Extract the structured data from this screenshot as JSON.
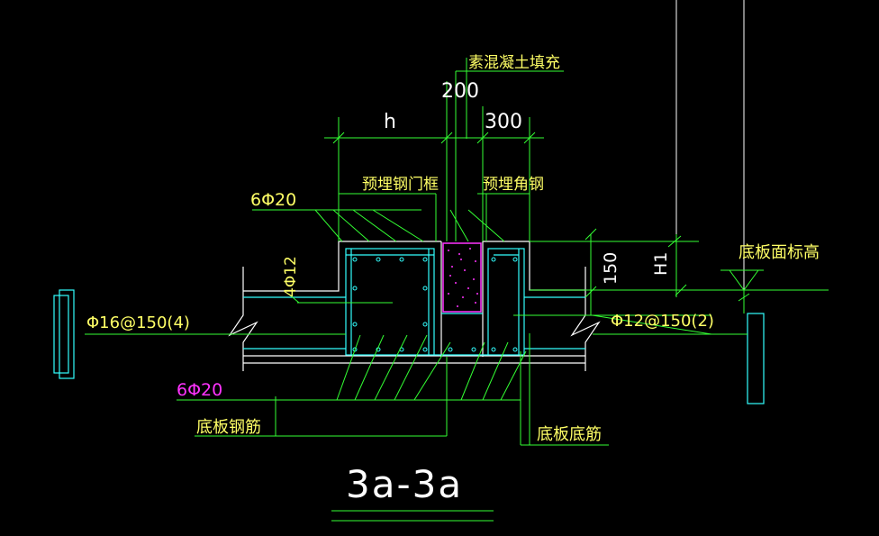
{
  "drawing": {
    "section_title": "3a-3a",
    "dimensions": {
      "h": "h",
      "d200": "200",
      "d300": "300",
      "d150": "150",
      "H1": "H1"
    },
    "labels": {
      "plain_concrete_fill": "素混凝土填充",
      "embedded_steel_door_frame": "预埋钢门框",
      "embedded_angle_steel": "预埋角钢",
      "rebar_6phi20_top": "6Φ20",
      "rebar_4phi12": "4Φ12",
      "rebar_phi16_150": "Φ16@150(4)",
      "rebar_phi12_150": "Φ12@150(2)",
      "rebar_6phi20_bottom": "6Φ20",
      "slab_rebar": "底板钢筋",
      "slab_bottom_rebar": "底板底筋",
      "slab_top_elevation": "底板面标高"
    },
    "colors": {
      "background": "#000000",
      "yellow": "#FFFF66",
      "green": "#33FF33",
      "cyan": "#33FFFF",
      "white": "#FFFFFF",
      "magenta": "#FF33FF"
    }
  }
}
